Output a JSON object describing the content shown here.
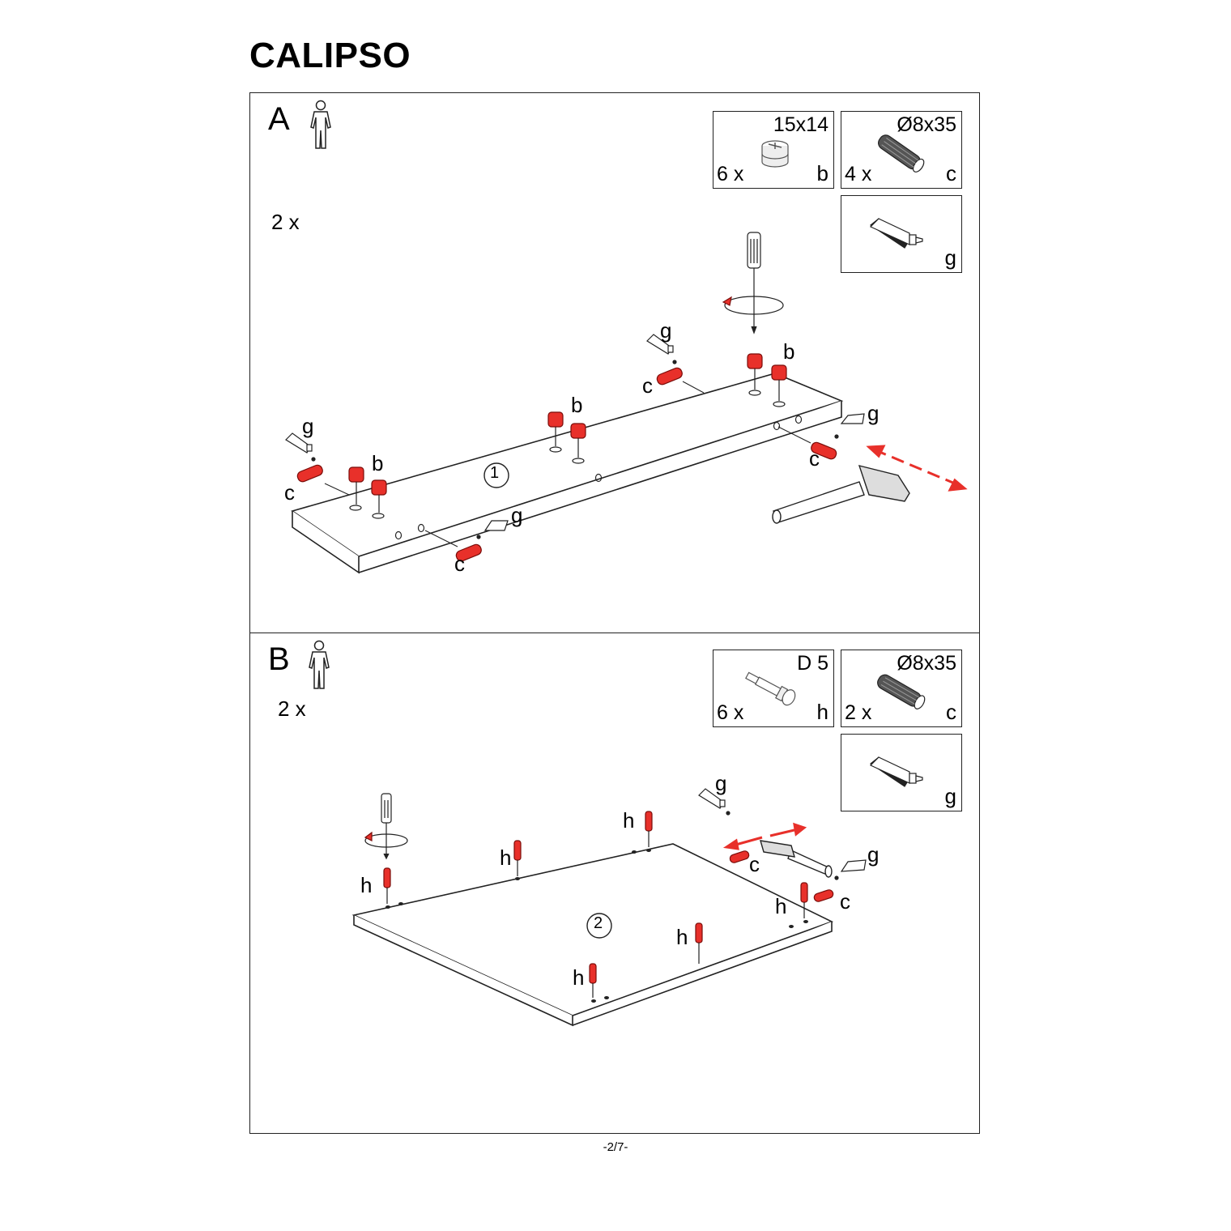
{
  "title": "CALIPSO",
  "page_number": "-2/7-",
  "step_a": {
    "letter": "A",
    "quantity": "2 x",
    "panel_number": "1",
    "parts": [
      {
        "dimension": "15x14",
        "quantity": "6 x",
        "code": "b",
        "icon": "cam-lock-icon"
      },
      {
        "dimension": "Ø8x35",
        "quantity": "4 x",
        "code": "c",
        "icon": "wooden-dowel-icon"
      },
      {
        "dimension": "",
        "quantity": "",
        "code": "g",
        "icon": "glue-tube-icon"
      }
    ],
    "labels": {
      "b": "b",
      "c": "c",
      "g": "g"
    }
  },
  "step_b": {
    "letter": "B",
    "quantity": "2 x",
    "panel_number": "2",
    "parts": [
      {
        "dimension": "D 5",
        "quantity": "6 x",
        "code": "h",
        "icon": "cam-bolt-icon"
      },
      {
        "dimension": "Ø8x35",
        "quantity": "2 x",
        "code": "c",
        "icon": "wooden-dowel-icon"
      },
      {
        "dimension": "",
        "quantity": "",
        "code": "g",
        "icon": "glue-tube-icon"
      }
    ],
    "labels": {
      "h": "h",
      "c": "c",
      "g": "g"
    }
  },
  "colors": {
    "accent_red": "#e8302a",
    "line": "#222222"
  }
}
